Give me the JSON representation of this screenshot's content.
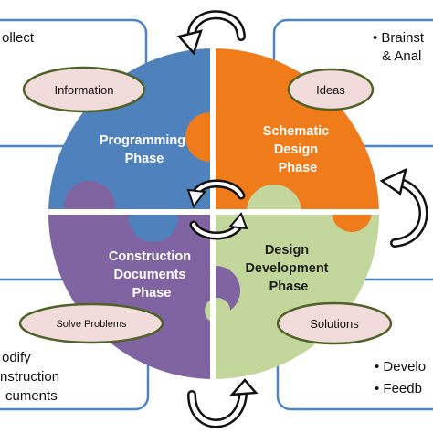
{
  "colors": {
    "programming": "#4f81bd",
    "schematic": "#f07b1a",
    "construction": "#8064a2",
    "design_development": "#c3d69b",
    "oval_fill": "#f2dcdb",
    "oval_stroke": "#4f6228",
    "box_stroke": "#4a86c5",
    "arrow_fill": "#ffffff",
    "arrow_stroke": "#111111"
  },
  "phases": {
    "programming": [
      "Programming",
      "Phase"
    ],
    "schematic": [
      "Schematic",
      "Design",
      "Phase"
    ],
    "construction": [
      "Construction",
      "Documents",
      "Phase"
    ],
    "design_development": [
      "Design",
      "Development",
      "Phase"
    ]
  },
  "ovals": {
    "top_left": "Information",
    "top_right": "Ideas",
    "bottom_left": "Solve Problems",
    "bottom_right": "Solutions"
  },
  "corner_boxes": {
    "top_left": [
      "ollect"
    ],
    "top_right": [
      "• Brainst",
      "& Anal"
    ],
    "bottom_left": [
      "odify",
      "nstruction",
      "cuments"
    ],
    "bottom_right": [
      "• Develo",
      "• Feedb"
    ]
  }
}
